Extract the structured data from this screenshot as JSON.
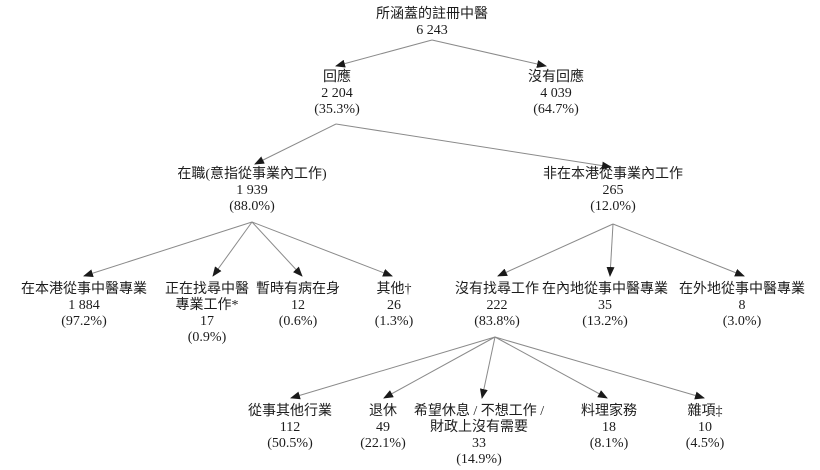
{
  "diagram_type": "survey-flow-tree",
  "colors": {
    "background": "#ffffff",
    "text": "#1c1c1c",
    "line": "#8a8a8a",
    "arrowhead": "#1a1a1a"
  },
  "nodes": {
    "root": {
      "label": "所涵蓋的註冊中醫",
      "count": "6 243"
    },
    "responded": {
      "label": "回應",
      "count": "2 204",
      "pct": "(35.3%)"
    },
    "not_responded": {
      "label": "沒有回應",
      "count": "4 039",
      "pct": "(64.7%)"
    },
    "working": {
      "label": "在職(意指從事業內工作)",
      "count": "1 939",
      "pct": "(88.0%)"
    },
    "not_working_in_hk": {
      "label": "非在本港從事業內工作",
      "count": "265",
      "pct": "(12.0%)"
    },
    "cm_practice_hk": {
      "label": "在本港從事中醫專業",
      "count": "1 884",
      "pct": "(97.2%)"
    },
    "seeking_cm_job": {
      "label": "正在找尋中醫",
      "label2": "專業工作*",
      "count": "17",
      "pct": "(0.9%)"
    },
    "temporarily_ill": {
      "label": "暫時有病在身",
      "count": "12",
      "pct": "(0.6%)"
    },
    "others": {
      "label": "其他†",
      "count": "26",
      "pct": "(1.3%)"
    },
    "not_seeking_work": {
      "label": "沒有找尋工作",
      "count": "222",
      "pct": "(83.8%)"
    },
    "cm_practice_mainland": {
      "label": "在內地從事中醫專業",
      "count": "35",
      "pct": "(13.2%)"
    },
    "cm_practice_overseas": {
      "label": "在外地從事中醫專業",
      "count": "8",
      "pct": "(3.0%)"
    },
    "other_industry": {
      "label": "從事其他行業",
      "count": "112",
      "pct": "(50.5%)"
    },
    "retired": {
      "label": "退休",
      "count": "49",
      "pct": "(22.1%)"
    },
    "wish_to_rest": {
      "label": "希望休息 / 不想工作 /",
      "label2": "財政上沒有需要",
      "count": "33",
      "pct": "(14.9%)"
    },
    "housework": {
      "label": "料理家務",
      "count": "18",
      "pct": "(8.1%)"
    },
    "miscellaneous": {
      "label": "雜項‡",
      "count": "10",
      "pct": "(4.5%)"
    }
  }
}
